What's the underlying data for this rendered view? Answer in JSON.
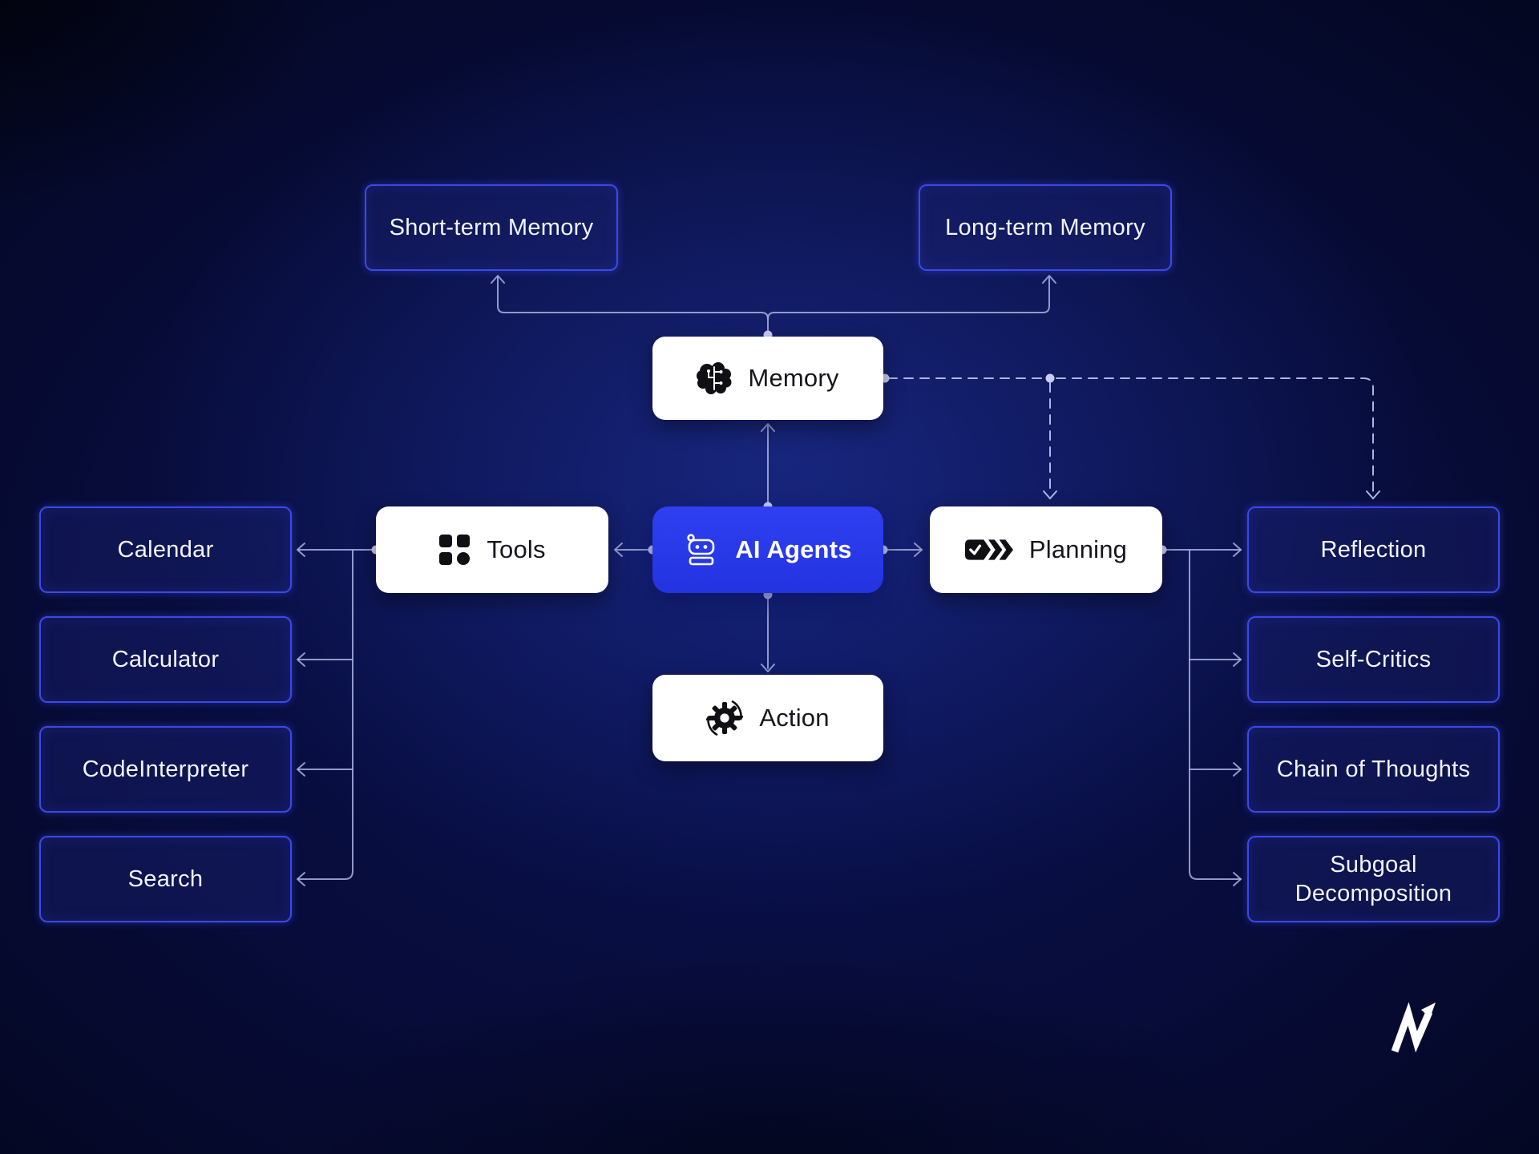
{
  "diagram": {
    "nodes": {
      "memory": {
        "label": "Memory",
        "icon": "brain-circuit-icon"
      },
      "ai_agents": {
        "label": "AI Agents",
        "icon": "robot-icon"
      },
      "tools": {
        "label": "Tools",
        "icon": "apps-grid-icon"
      },
      "planning": {
        "label": "Planning",
        "icon": "task-forward-icon"
      },
      "action": {
        "label": "Action",
        "icon": "gear-sync-icon"
      },
      "short_term": {
        "label": "Short-term Memory"
      },
      "long_term": {
        "label": "Long-term Memory"
      },
      "calendar": {
        "label": "Calendar"
      },
      "calculator": {
        "label": "Calculator"
      },
      "code_interpreter": {
        "label": "CodeInterpreter"
      },
      "search": {
        "label": "Search"
      },
      "reflection": {
        "label": "Reflection"
      },
      "self_critics": {
        "label": "Self-Critics"
      },
      "chain_of_thoughts": {
        "label": "Chain of Thoughts"
      },
      "subgoal": {
        "label": "Subgoal Decomposition"
      }
    },
    "colors": {
      "background": "#070c3a",
      "accent_blue": "#2c3df0",
      "node_border": "#3b49e8",
      "connector_line": "#a9b1e2",
      "card_background": "#ffffff"
    },
    "logo": "m-growth-arrow-logo"
  }
}
